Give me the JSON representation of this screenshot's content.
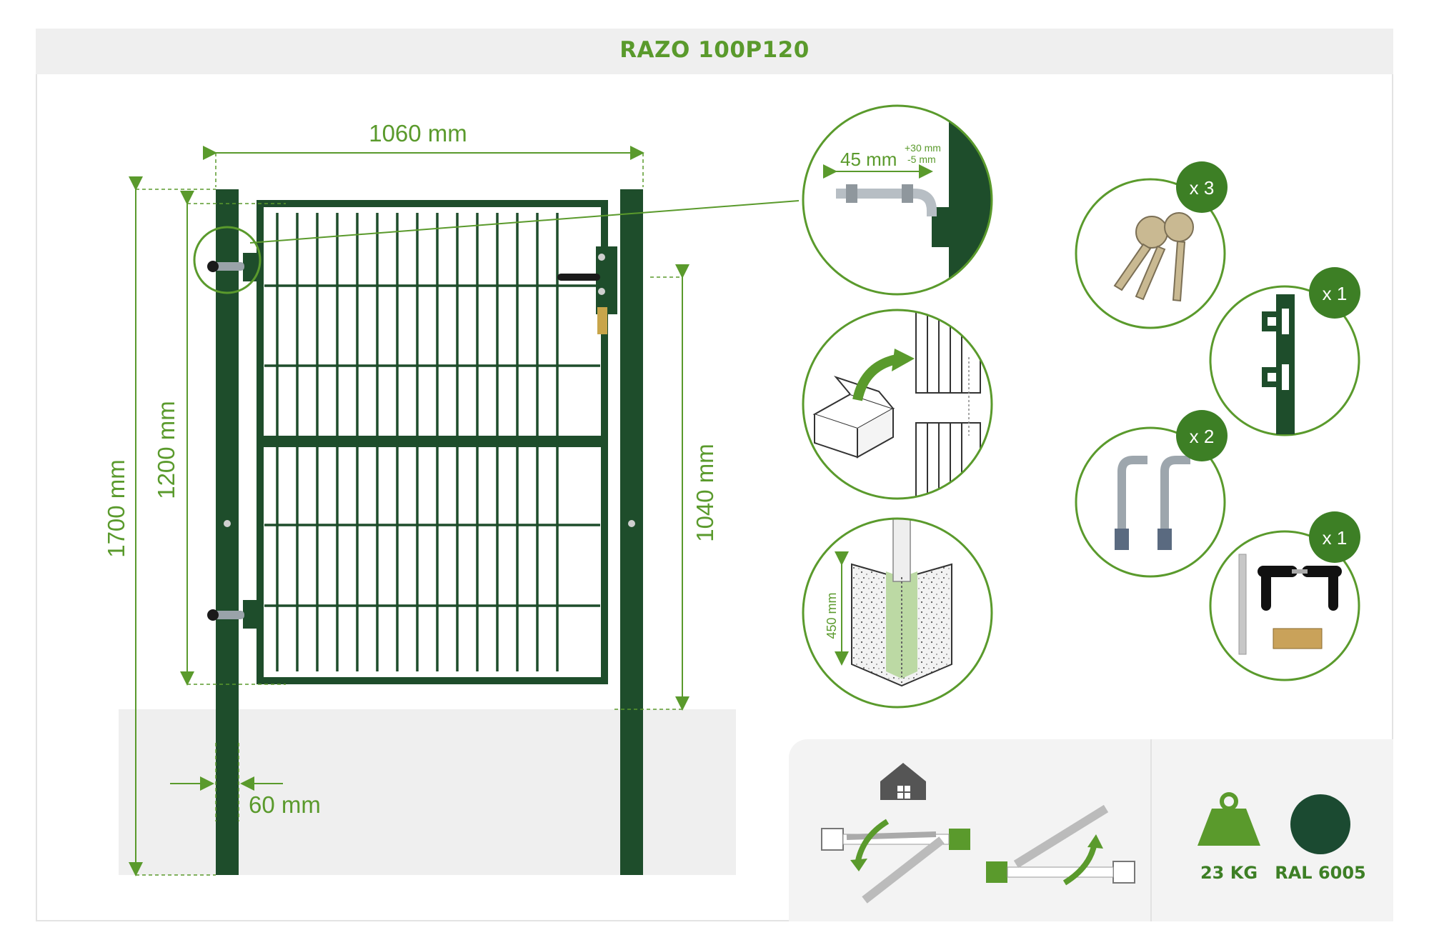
{
  "title": "RAZO 100P120",
  "dimensions": {
    "gate_width": "1060 mm",
    "total_height": "1700 mm",
    "panel_height": "1200 mm",
    "above_ground_height": "1040 mm",
    "post_width": "60 mm",
    "hinge_length": "45 mm",
    "hinge_adjust_plus": "+30 mm",
    "hinge_adjust_minus": "-5 mm",
    "foundation_depth": "450 mm"
  },
  "accessories": [
    {
      "name": "keys",
      "count": "x 3"
    },
    {
      "name": "lock-striker",
      "count": "x 1"
    },
    {
      "name": "hinge-bolts",
      "count": "x 2"
    },
    {
      "name": "handle-set",
      "count": "x 1"
    }
  ],
  "specs": {
    "weight": "23 KG",
    "color_code": "RAL 6005"
  },
  "colors": {
    "frame_green": "#1e4d2b",
    "accent_green": "#5a9a2c",
    "ral6005": "#1b4a31",
    "ground": "#efefef"
  }
}
